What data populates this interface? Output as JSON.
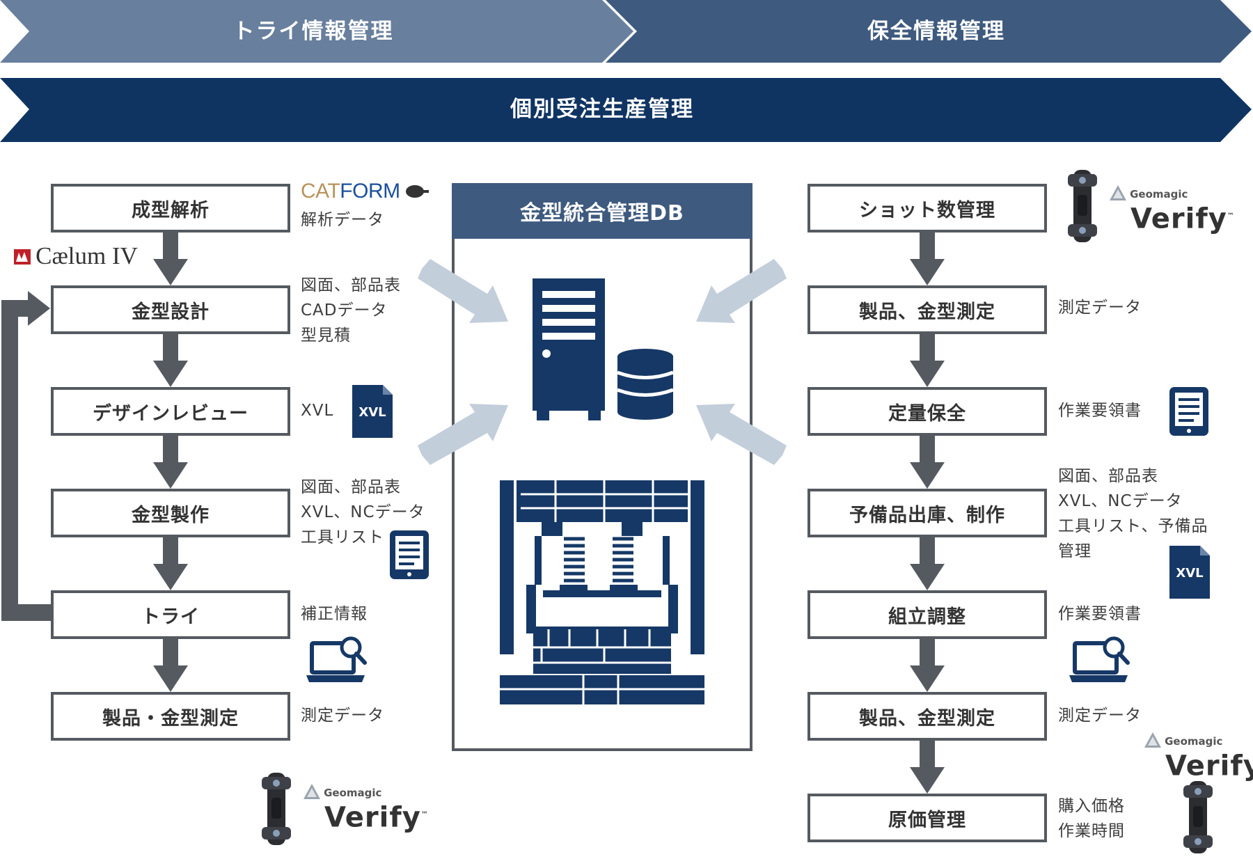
{
  "banners": {
    "trial": "トライ情報管理",
    "maintenance": "保全情報管理",
    "production": "個別受注生産管理"
  },
  "center": {
    "db_title": "金型統合管理DB"
  },
  "left": {
    "steps": [
      "成型解析",
      "金型設計",
      "デザインレビュー",
      "金型製作",
      "トライ",
      "製品・金型測定"
    ],
    "labels": {
      "analysis": "解析データ",
      "design_1": "図面、部品表",
      "design_2": "CADデータ",
      "design_3": "型見積",
      "review": "XVL",
      "make_1": "図面、部品表",
      "make_2": "XVL、NCデータ",
      "make_3": "工具リスト",
      "trial": "補正情報",
      "measure": "測定データ"
    }
  },
  "right": {
    "steps": [
      "ショット数管理",
      "製品、金型測定",
      "定量保全",
      "予備品出庫、制作",
      "組立調整",
      "製品、金型測定",
      "原価管理"
    ],
    "labels": {
      "measure1": "測定データ",
      "maint": "作業要領書",
      "spare_1": "図面、部品表",
      "spare_2": "XVL、NCデータ",
      "spare_3": "工具リスト、予備品",
      "spare_4": "管理",
      "assembly": "作業要領書",
      "measure2": "測定データ",
      "cost_1": "購入価格",
      "cost_2": "作業時間"
    }
  },
  "brands": {
    "catform": "CATFORM",
    "caelum": "Cælum IV",
    "geomagic": "Geomagic",
    "verify": "Verify",
    "tm": "™",
    "xvl": "XVL"
  },
  "colors": {
    "banner_light": "#687f9d",
    "banner_mid": "#3e5a7f",
    "banner_dark": "#0f3462",
    "navy": "#163866",
    "box_border": "#555a60",
    "arrow_gray": "#555a60",
    "arrow_light": "#c3cedb"
  }
}
